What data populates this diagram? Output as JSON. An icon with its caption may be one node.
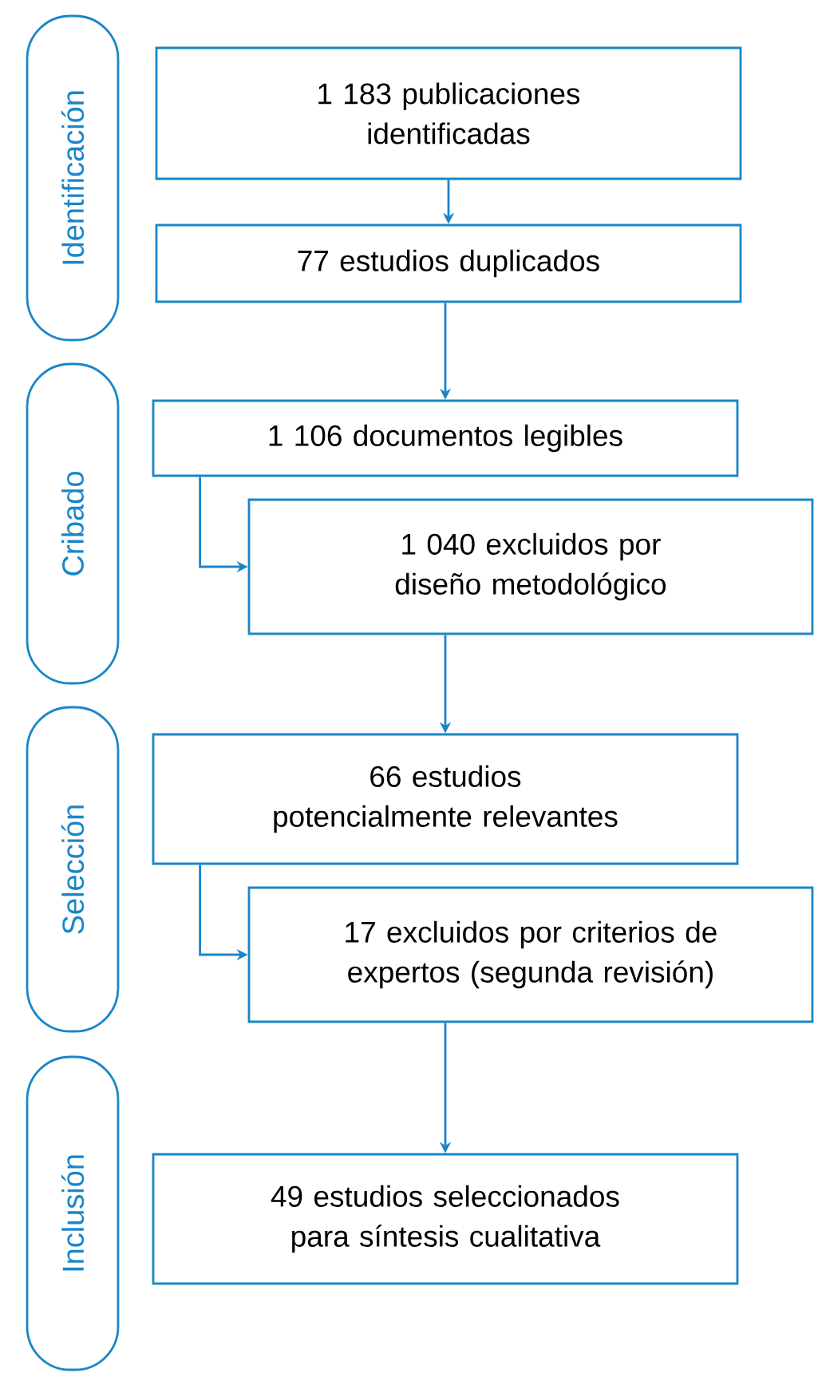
{
  "diagram": {
    "nodes": [
      {
        "text": [
          "Identificación"
        ]
      },
      {
        "text": [
          "1 183 publicaciones identificadas"
        ]
      },
      {
        "text": [
          "77 estudios duplicados"
        ]
      },
      {
        "text": [
          "Cribado"
        ]
      },
      {
        "text": [
          "1 106 documentos legibles"
        ]
      },
      {
        "text": [
          "1 040 excluidos por diseño metodológico"
        ]
      },
      {
        "text": [
          "Selección"
        ]
      },
      {
        "text": [
          "66 estudios potencialmente relevantes"
        ]
      },
      {
        "text": [
          "17 excluidos por criterios de expertos (segunda revisión)"
        ]
      },
      {
        "text": [
          "Inclusión"
        ]
      },
      {
        "text": [
          "49 estudios seleccionados para síntesis cualitativa"
        ]
      }
    ],
    "edges": [
      {
        "from": 1,
        "to": 2,
        "arrow": "to"
      },
      {
        "from": 2,
        "to": 4,
        "arrow": "to"
      },
      {
        "from": 4,
        "to": 5,
        "arrow": "to"
      },
      {
        "from": 5,
        "to": 7,
        "arrow": "to"
      },
      {
        "from": 7,
        "to": 8,
        "arrow": "to"
      },
      {
        "from": 8,
        "to": 10,
        "arrow": "to"
      }
    ]
  }
}
